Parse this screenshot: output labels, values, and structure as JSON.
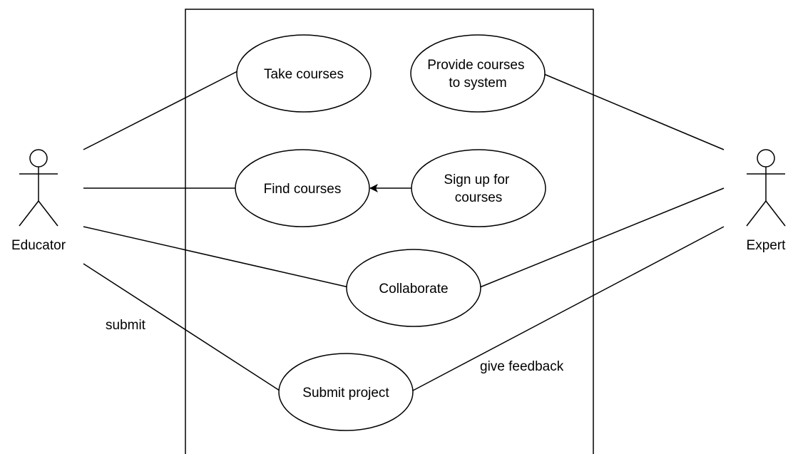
{
  "actors": [
    {
      "id": "educator",
      "label": "Educator"
    },
    {
      "id": "expert",
      "label": "Expert"
    }
  ],
  "use_cases": [
    {
      "id": "take-courses",
      "lines": [
        "Take courses"
      ]
    },
    {
      "id": "provide-courses",
      "lines": [
        "Provide courses",
        "to system"
      ]
    },
    {
      "id": "find-courses",
      "lines": [
        "Find courses"
      ]
    },
    {
      "id": "sign-up",
      "lines": [
        "Sign up for",
        "courses"
      ]
    },
    {
      "id": "collaborate",
      "lines": [
        "Collaborate"
      ]
    },
    {
      "id": "submit-project",
      "lines": [
        "Submit project"
      ]
    }
  ],
  "association_labels": {
    "submit": "submit",
    "give_feedback": "give feedback"
  },
  "colors": {
    "stroke": "#000000",
    "fill": "#ffffff"
  }
}
